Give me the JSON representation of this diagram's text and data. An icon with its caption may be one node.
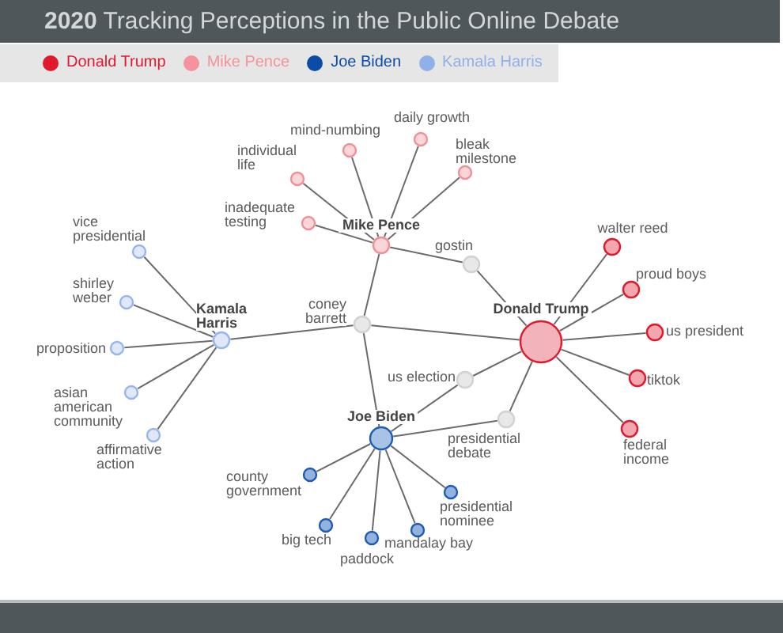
{
  "diagram": {
    "title": "**2020** Tracking Perceptions in the Public Online Debate",
    "nodes": [
      {
        "text": [
          "daily growth"
        ]
      },
      {
        "text": [
          "mind-numbing"
        ]
      },
      {
        "text": [
          "bleak milestone"
        ]
      },
      {
        "text": [
          "individual life"
        ]
      },
      {
        "text": [
          "inadequate testing"
        ]
      },
      {
        "text": [
          "Mike Pence"
        ]
      },
      {
        "text": [
          "walter reed"
        ]
      },
      {
        "text": [
          "vice presidential"
        ]
      },
      {
        "text": [
          "gostin"
        ]
      },
      {
        "text": [
          "proud boys"
        ]
      },
      {
        "text": [
          "shirley weber"
        ]
      },
      {
        "text": [
          "coney barrett"
        ]
      },
      {
        "text": [
          "Kamala Harris"
        ]
      },
      {
        "text": [
          "Donald Trump"
        ]
      },
      {
        "text": [
          "us president"
        ]
      },
      {
        "text": [
          "proposition"
        ]
      },
      {
        "text": [
          "tiktok"
        ]
      },
      {
        "text": [
          "us election"
        ]
      },
      {
        "text": [
          "asian american community"
        ]
      },
      {
        "text": [
          "presidential debate"
        ]
      },
      {
        "text": [
          "federal income"
        ]
      },
      {
        "text": [
          "affirmative action"
        ]
      },
      {
        "text": [
          "Joe Biden"
        ]
      },
      {
        "text": [
          "county government"
        ]
      },
      {
        "text": [
          "presidential nominee"
        ]
      },
      {
        "text": [
          "big tech"
        ]
      },
      {
        "text": [
          "mandalay bay"
        ]
      },
      {
        "text": [
          "paddock"
        ]
      }
    ],
    "edges": [
      {
        "from": 5,
        "to": 1,
        "arrow": "none"
      },
      {
        "from": 5,
        "to": 0,
        "arrow": "none"
      },
      {
        "from": 5,
        "to": 2,
        "arrow": "none"
      },
      {
        "from": 5,
        "to": 3,
        "arrow": "none"
      },
      {
        "from": 5,
        "to": 4,
        "arrow": "none"
      },
      {
        "from": 5,
        "to": 8,
        "arrow": "none"
      },
      {
        "from": 5,
        "to": 11,
        "arrow": "none"
      },
      {
        "from": 8,
        "to": 13,
        "arrow": "none"
      },
      {
        "from": 11,
        "to": 13,
        "arrow": "none"
      },
      {
        "from": 11,
        "to": 12,
        "arrow": "none"
      },
      {
        "from": 11,
        "to": 22,
        "arrow": "none"
      },
      {
        "from": 13,
        "to": 6,
        "arrow": "none"
      },
      {
        "from": 13,
        "to": 9,
        "arrow": "none"
      },
      {
        "from": 13,
        "to": 14,
        "arrow": "none"
      },
      {
        "from": 13,
        "to": 16,
        "arrow": "none"
      },
      {
        "from": 13,
        "to": 20,
        "arrow": "none"
      },
      {
        "from": 13,
        "to": 17,
        "arrow": "none"
      },
      {
        "from": 13,
        "to": 19,
        "arrow": "none"
      },
      {
        "from": 17,
        "to": 22,
        "arrow": "none"
      },
      {
        "from": 19,
        "to": 22,
        "arrow": "none"
      },
      {
        "from": 22,
        "to": 23,
        "arrow": "none"
      },
      {
        "from": 22,
        "to": 25,
        "arrow": "none"
      },
      {
        "from": 22,
        "to": 27,
        "arrow": "none"
      },
      {
        "from": 22,
        "to": 26,
        "arrow": "none"
      },
      {
        "from": 22,
        "to": 24,
        "arrow": "none"
      },
      {
        "from": 12,
        "to": 7,
        "arrow": "none"
      },
      {
        "from": 12,
        "to": 10,
        "arrow": "none"
      },
      {
        "from": 12,
        "to": 15,
        "arrow": "none"
      },
      {
        "from": 12,
        "to": 18,
        "arrow": "none"
      },
      {
        "from": 12,
        "to": 21,
        "arrow": "none"
      }
    ],
    "legend": [
      {
        "text": "Donald Trump",
        "color": "#e2192c"
      },
      {
        "text": "Mike Pence",
        "color": "#f3939c"
      },
      {
        "text": "Joe Biden",
        "color": "#0d4ca6"
      },
      {
        "text": "Kamala Harris",
        "color": "#8fb0e8"
      }
    ]
  }
}
